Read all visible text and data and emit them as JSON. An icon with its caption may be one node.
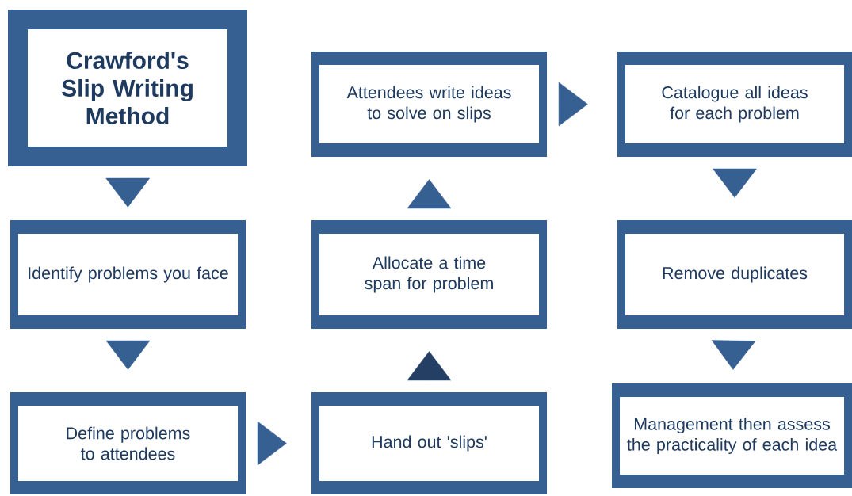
{
  "diagram": {
    "nodes": [
      {
        "text": [
          "Crawford's Slip Writing Method"
        ]
      },
      {
        "text": [
          "Identify problems you face"
        ]
      },
      {
        "text": [
          "Define problems to attendees"
        ]
      },
      {
        "text": [
          "Hand out 'slips'"
        ]
      },
      {
        "text": [
          "Allocate a time span for problem"
        ]
      },
      {
        "text": [
          "Attendees write ideas to solve on slips"
        ]
      },
      {
        "text": [
          "Catalogue all ideas for each problem"
        ]
      },
      {
        "text": [
          "Remove duplicates"
        ]
      },
      {
        "text": [
          "Management then assess the practicality of each idea"
        ]
      }
    ],
    "edges": [
      {
        "from": 0,
        "to": 1,
        "arrow": "to"
      },
      {
        "from": 1,
        "to": 2,
        "arrow": "to"
      },
      {
        "from": 2,
        "to": 3,
        "arrow": "to"
      },
      {
        "from": 3,
        "to": 4,
        "arrow": "to",
        "color": "#243f63"
      },
      {
        "from": 4,
        "to": 5,
        "arrow": "to"
      },
      {
        "from": 5,
        "to": 6,
        "arrow": "to"
      },
      {
        "from": 6,
        "to": 7,
        "arrow": "to"
      },
      {
        "from": 7,
        "to": 8,
        "arrow": "to"
      }
    ]
  }
}
